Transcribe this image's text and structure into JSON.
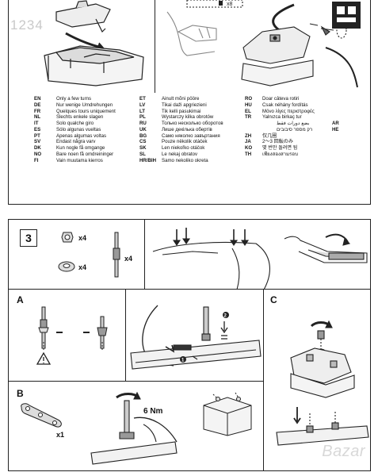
{
  "watermark_top": "1234",
  "watermark_bottom": "Bazar",
  "top_label_x": "x8",
  "languages": {
    "col1": [
      {
        "code": "EN",
        "text": "Only a few turns"
      },
      {
        "code": "DE",
        "text": "Nur wenige Umdrehungen"
      },
      {
        "code": "FR",
        "text": "Quelques tours uniquement"
      },
      {
        "code": "NL",
        "text": "Slechts enkele slagen"
      },
      {
        "code": "IT",
        "text": "Solo qualche giro"
      },
      {
        "code": "ES",
        "text": "Sólo algunas vueltas"
      },
      {
        "code": "PT",
        "text": "Apenas algumas voltas"
      },
      {
        "code": "SV",
        "text": "Endast några varv"
      },
      {
        "code": "DK",
        "text": "Kun nogle få omgange"
      },
      {
        "code": "NO",
        "text": "Bare noen få omdreininger"
      },
      {
        "code": "FI",
        "text": "Vain muutama kierros"
      }
    ],
    "col2": [
      {
        "code": "ET",
        "text": "Ainult mõni pööre"
      },
      {
        "code": "LV",
        "text": "Tikai daži apgriezieni"
      },
      {
        "code": "LT",
        "text": "Tik kelli pasukimai"
      },
      {
        "code": "PL",
        "text": "Wystarczy kilka obrotów"
      },
      {
        "code": "RU",
        "text": "Только несколько оборотов"
      },
      {
        "code": "UK",
        "text": "Лише декілька обертів"
      },
      {
        "code": "BG",
        "text": "Само няколко завъртания"
      },
      {
        "code": "CS",
        "text": "Pouze několik otáček"
      },
      {
        "code": "SK",
        "text": "Len niekoľko otáčok"
      },
      {
        "code": "SL",
        "text": "Le nekaj obratov"
      },
      {
        "code": "HR/BIH",
        "text": "Samo nekoliko okreta"
      }
    ],
    "col3": [
      {
        "code": "RO",
        "text": "Doar câteva rotiri"
      },
      {
        "code": "HU",
        "text": "Csak néhány fordítás"
      },
      {
        "code": "EL",
        "text": "Μόνο λίγες περιστροφές"
      },
      {
        "code": "TR",
        "text": "Yalnızca birkaç tur"
      },
      {
        "code": "AR",
        "text": "بضع دورات فقط"
      },
      {
        "code": "HE",
        "text": "רק מספר סיבובים"
      },
      {
        "code": "ZH",
        "text": "仅几圈"
      },
      {
        "code": "JA",
        "text": "2～3 回転のみ"
      },
      {
        "code": "KO",
        "text": "몇 번만 돌려면 됨"
      },
      {
        "code": "TH",
        "text": "เพียงสองสามรอบ"
      }
    ]
  },
  "step3": {
    "number": "3",
    "qty_nut": "x4",
    "qty_washer": "x4",
    "qty_bolt": "x4",
    "section_a": "A",
    "section_b": "B",
    "section_c": "C",
    "step_1": "1",
    "step_2": "2",
    "qty_plate": "x1",
    "torque": "6 Nm"
  }
}
